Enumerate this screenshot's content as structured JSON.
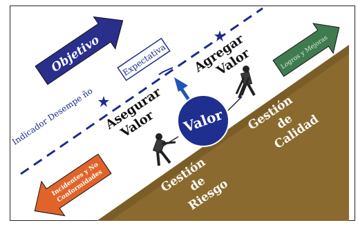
{
  "colors": {
    "slope": "#8a6a2e",
    "objective_arrow": "#2a2f8c",
    "logros_arrow": "#3f7b4f",
    "incidentes_arrow": "#e0642a",
    "valor_ball": "#1f2f8f",
    "dashed_line": "#1c2b8c",
    "star": "#1c2b8c"
  },
  "labels": {
    "objetivo": "Objetivo",
    "expectativa": "Expectativa",
    "agregar": "Agregar",
    "agregar_valor": "Valor",
    "asegurar": "Asegurar",
    "asegurar_valor": "Valor",
    "valor": "Valor",
    "indicador": "Indicador Desempe ño",
    "logros": "Logros y Mejoras",
    "incidentes_line1": "Incidentes y No",
    "incidentes_line2": "Conformidades",
    "gestion_riesgo_1": "Gestión",
    "gestion_riesgo_2": "de",
    "gestion_riesgo_3": "Riesgo",
    "gestion_calidad_1": "Gestión",
    "gestion_calidad_2": "de",
    "gestion_calidad_3": "Calidad"
  },
  "icons": {
    "star": "star-icon",
    "up_arrow": "up-arrow-icon",
    "figure_left": "person-pulling-icon",
    "figure_right": "person-pushing-icon"
  }
}
